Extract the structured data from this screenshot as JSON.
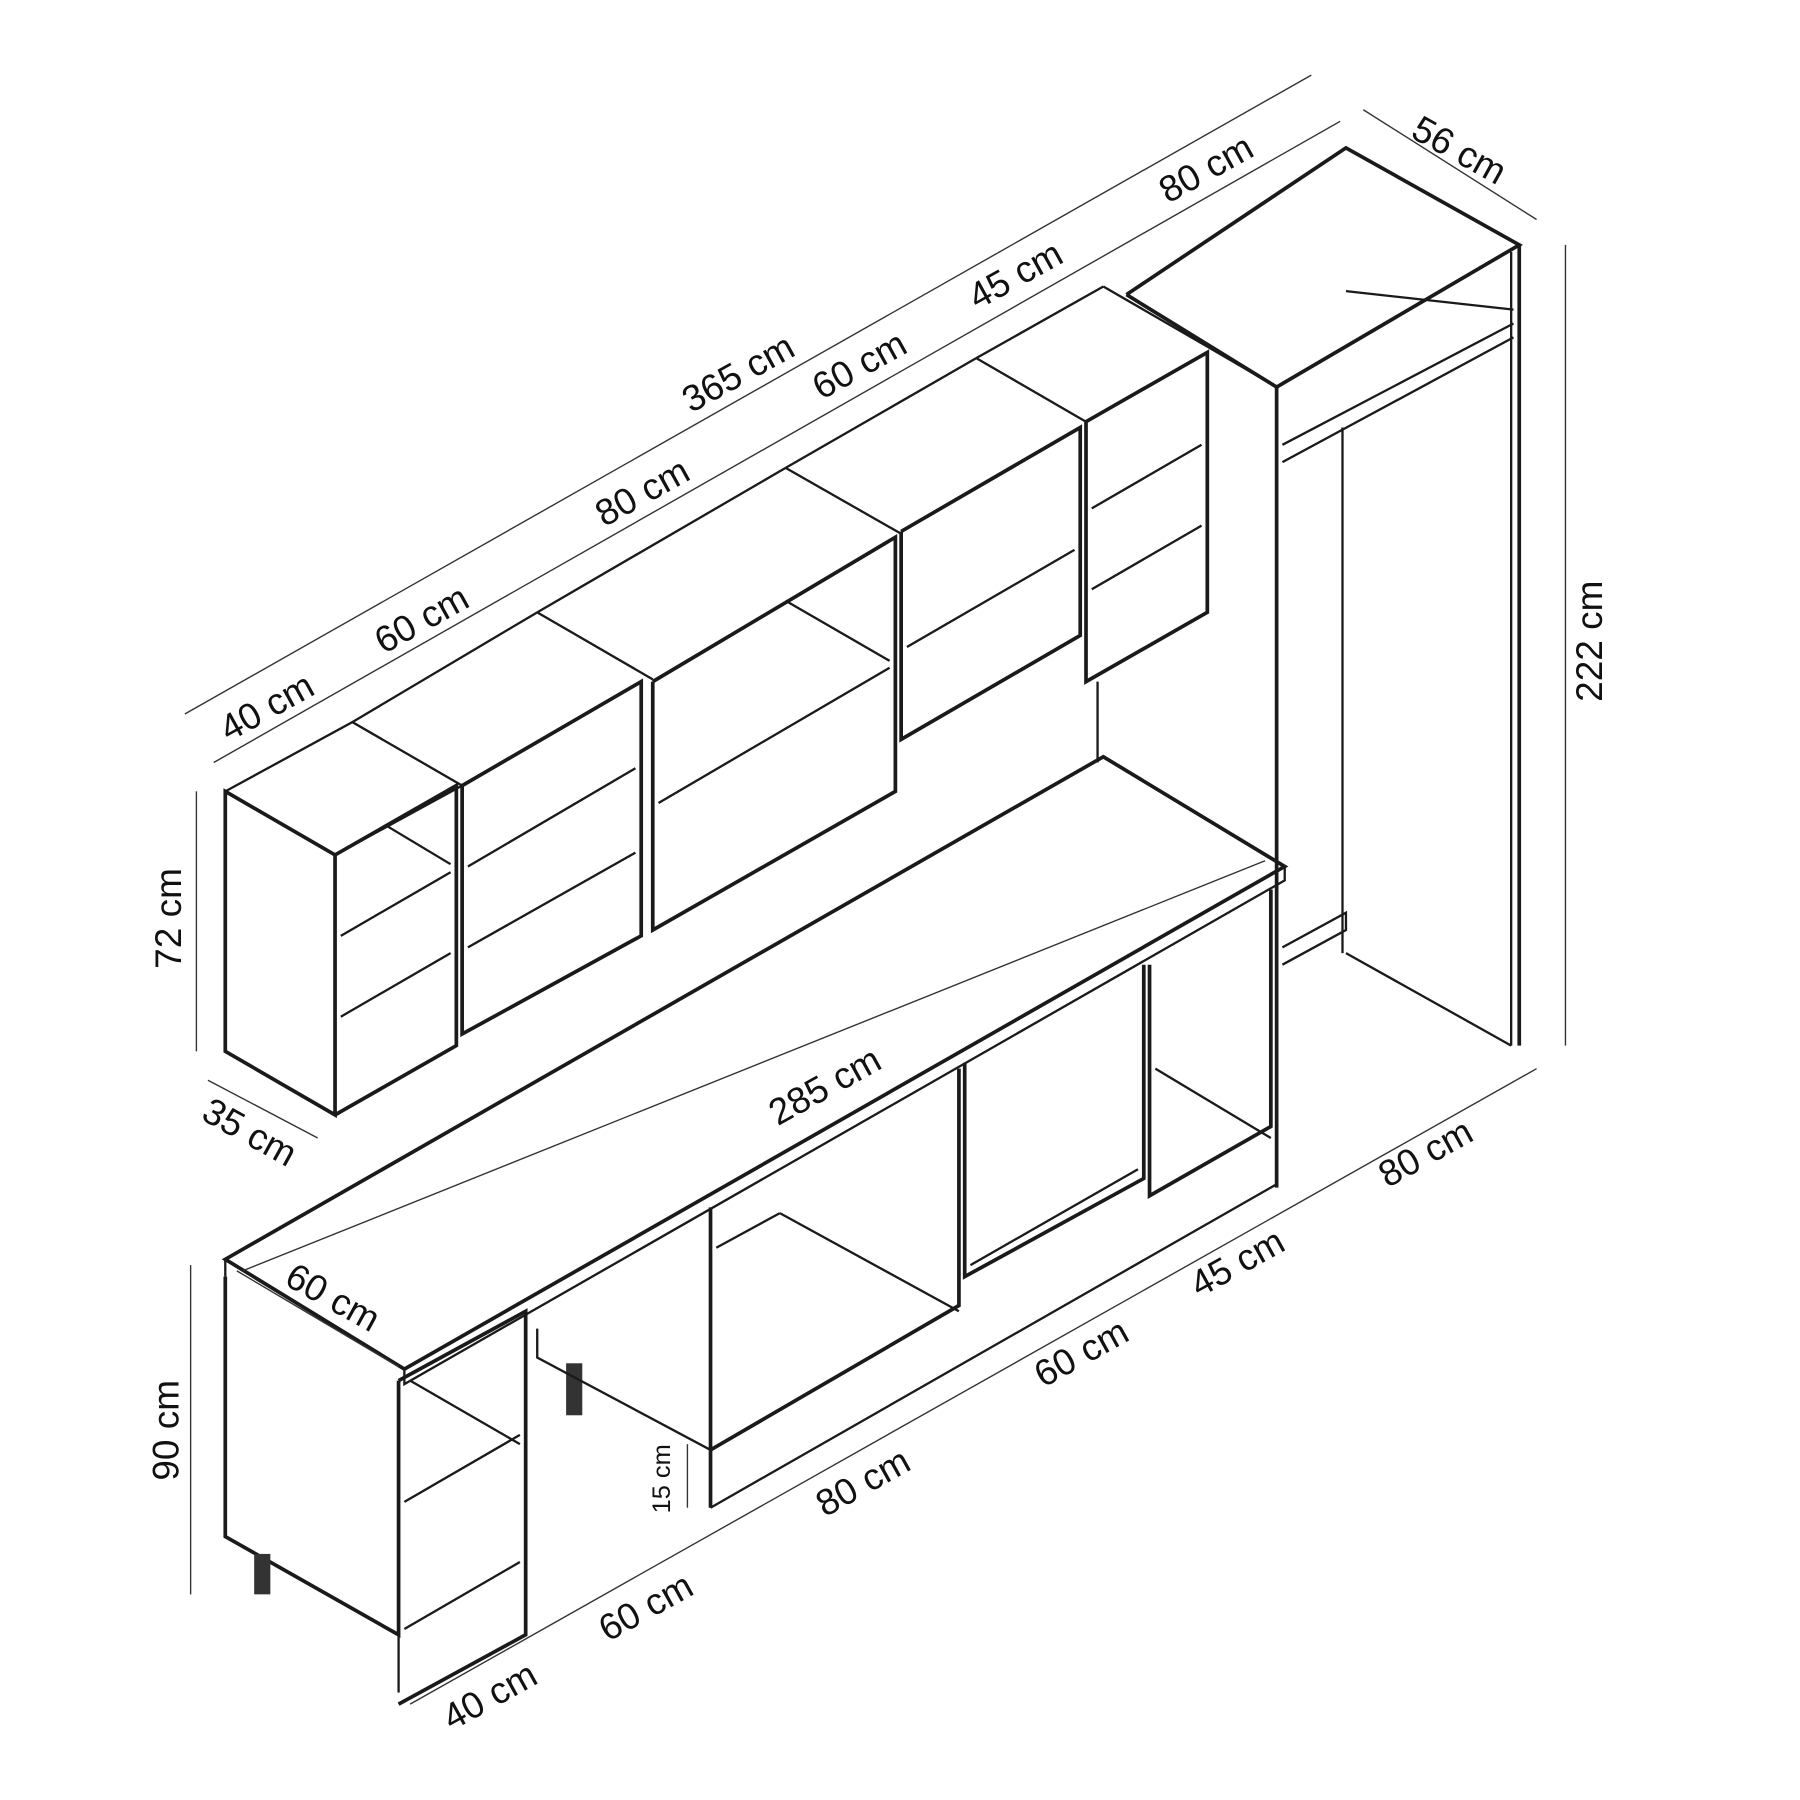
{
  "dimensions": {
    "total_upper_width": "365 cm",
    "upper_40": "40 cm",
    "upper_60a": "60 cm",
    "upper_80": "80 cm",
    "upper_60b": "60 cm",
    "upper_45": "45 cm",
    "tall_80": "80 cm",
    "tall_depth": "56 cm",
    "tall_height": "222 cm",
    "upper_height": "72 cm",
    "upper_depth": "35 cm",
    "counter_length": "285 cm",
    "counter_depth": "60 cm",
    "base_height": "90 cm",
    "plinth_height": "15 cm",
    "base_tall_80": "80 cm",
    "base_45": "45 cm",
    "base_60b": "60 cm",
    "base_80": "80 cm",
    "base_60a": "60 cm",
    "base_40": "40 cm"
  }
}
